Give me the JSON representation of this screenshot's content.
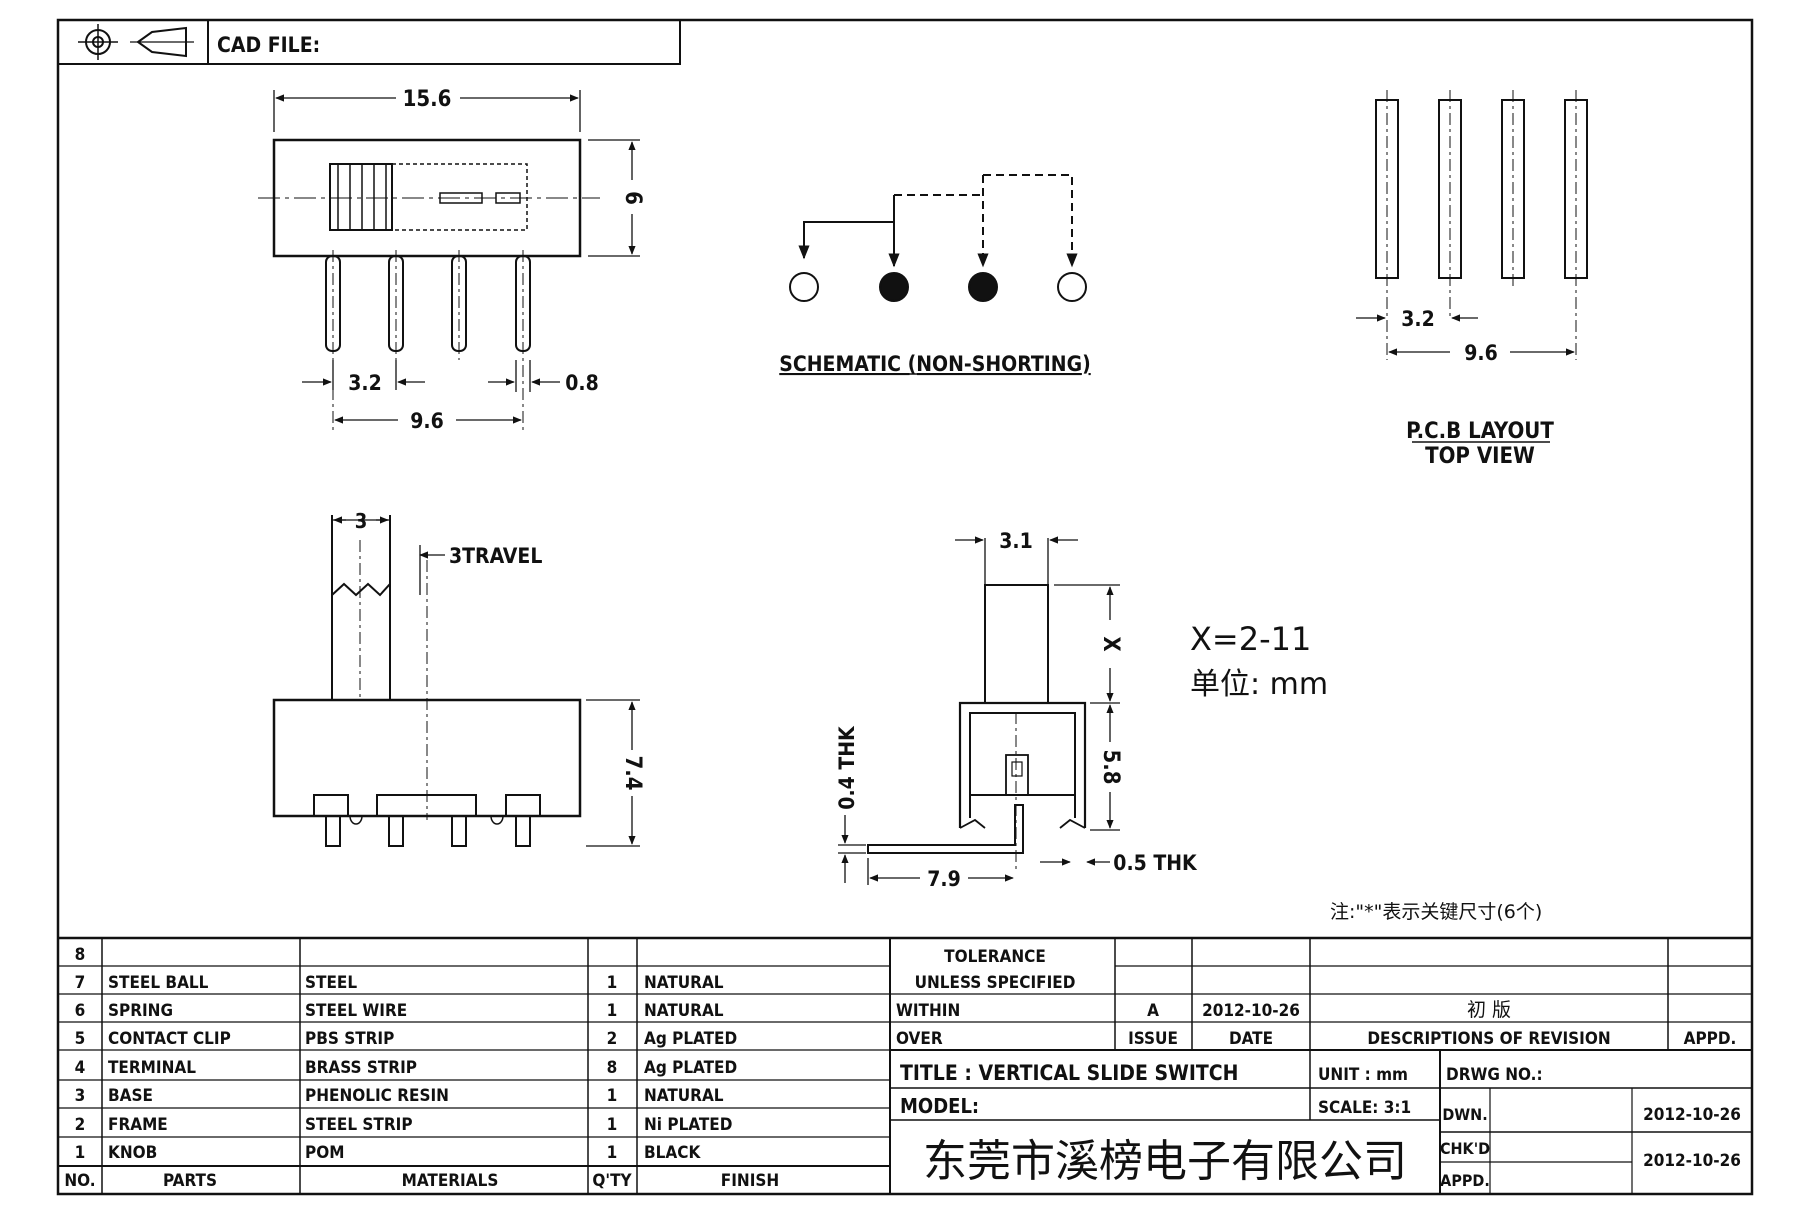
{
  "header": {
    "cad_file_label": "CAD FILE:"
  },
  "top_view": {
    "dim_length": "15.6",
    "dim_height": "6",
    "dim_pitch": "3.2",
    "dim_pin_dia": "0.8",
    "dim_span": "9.6"
  },
  "schematic": {
    "caption": "SCHEMATIC (NON-SHORTING)"
  },
  "pcb_layout": {
    "dim_pitch": "3.2",
    "dim_span": "9.6",
    "caption_line1": "P.C.B LAYOUT",
    "caption_line2": "TOP VIEW"
  },
  "side_view": {
    "dim_knob": "3",
    "travel_label": "3TRAVEL",
    "dim_height": "7.4"
  },
  "end_view": {
    "dim_knob": "3.1",
    "dim_x": "X",
    "dim_body": "5.8",
    "dim_thk_left": "0.4 THK",
    "dim_thk_right": "0.5 THK",
    "dim_foot": "7.9"
  },
  "note": {
    "x_range": "X=2-11",
    "unit_line": "单位: mm",
    "key_dims": "注:\"*\"表示关键尺寸(6个)"
  },
  "bom": {
    "rows": [
      {
        "no": "8",
        "part": "",
        "material": "",
        "qty": "",
        "finish": ""
      },
      {
        "no": "7",
        "part": "STEEL BALL",
        "material": "STEEL",
        "qty": "1",
        "finish": "NATURAL"
      },
      {
        "no": "6",
        "part": "SPRING",
        "material": "STEEL WIRE",
        "qty": "1",
        "finish": "NATURAL"
      },
      {
        "no": "5",
        "part": "CONTACT CLIP",
        "material": "PBS STRIP",
        "qty": "2",
        "finish": "Ag PLATED"
      },
      {
        "no": "4",
        "part": "TERMINAL",
        "material": "BRASS STRIP",
        "qty": "8",
        "finish": "Ag PLATED"
      },
      {
        "no": "3",
        "part": "BASE",
        "material": "PHENOLIC RESIN",
        "qty": "1",
        "finish": "NATURAL"
      },
      {
        "no": "2",
        "part": "FRAME",
        "material": "STEEL STRIP",
        "qty": "1",
        "finish": "Ni PLATED"
      },
      {
        "no": "1",
        "part": "KNOB",
        "material": "POM",
        "qty": "1",
        "finish": "BLACK"
      }
    ],
    "headers": {
      "no": "NO.",
      "part": "PARTS",
      "material": "MATERIALS",
      "qty": "Q'TY",
      "finish": "FINISH"
    }
  },
  "title_block": {
    "tolerance_line1": "TOLERANCE",
    "tolerance_line2": "UNLESS SPECIFIED",
    "within": "WITHIN",
    "over": "OVER",
    "issue_value": "A",
    "date_value": "2012-10-26",
    "revision_value": "初 版",
    "issue_label": "ISSUE",
    "date_label": "DATE",
    "desc_label": "DESCRIPTIONS OF REVISION",
    "appd_label": "APPD.",
    "title": "TITLE : VERTICAL SLIDE SWITCH",
    "unit": "UNIT : mm",
    "drwg_no": "DRWG NO.:",
    "model": "MODEL:",
    "scale": "SCALE: 3:1",
    "dwn_label": "DWN.",
    "dwn_date": "2012-10-26",
    "company": "东莞市溪榜电子有限公司",
    "chkd_label": "CHK'D",
    "chkd_date": "2012-10-26",
    "appd2_label": "APPD."
  }
}
